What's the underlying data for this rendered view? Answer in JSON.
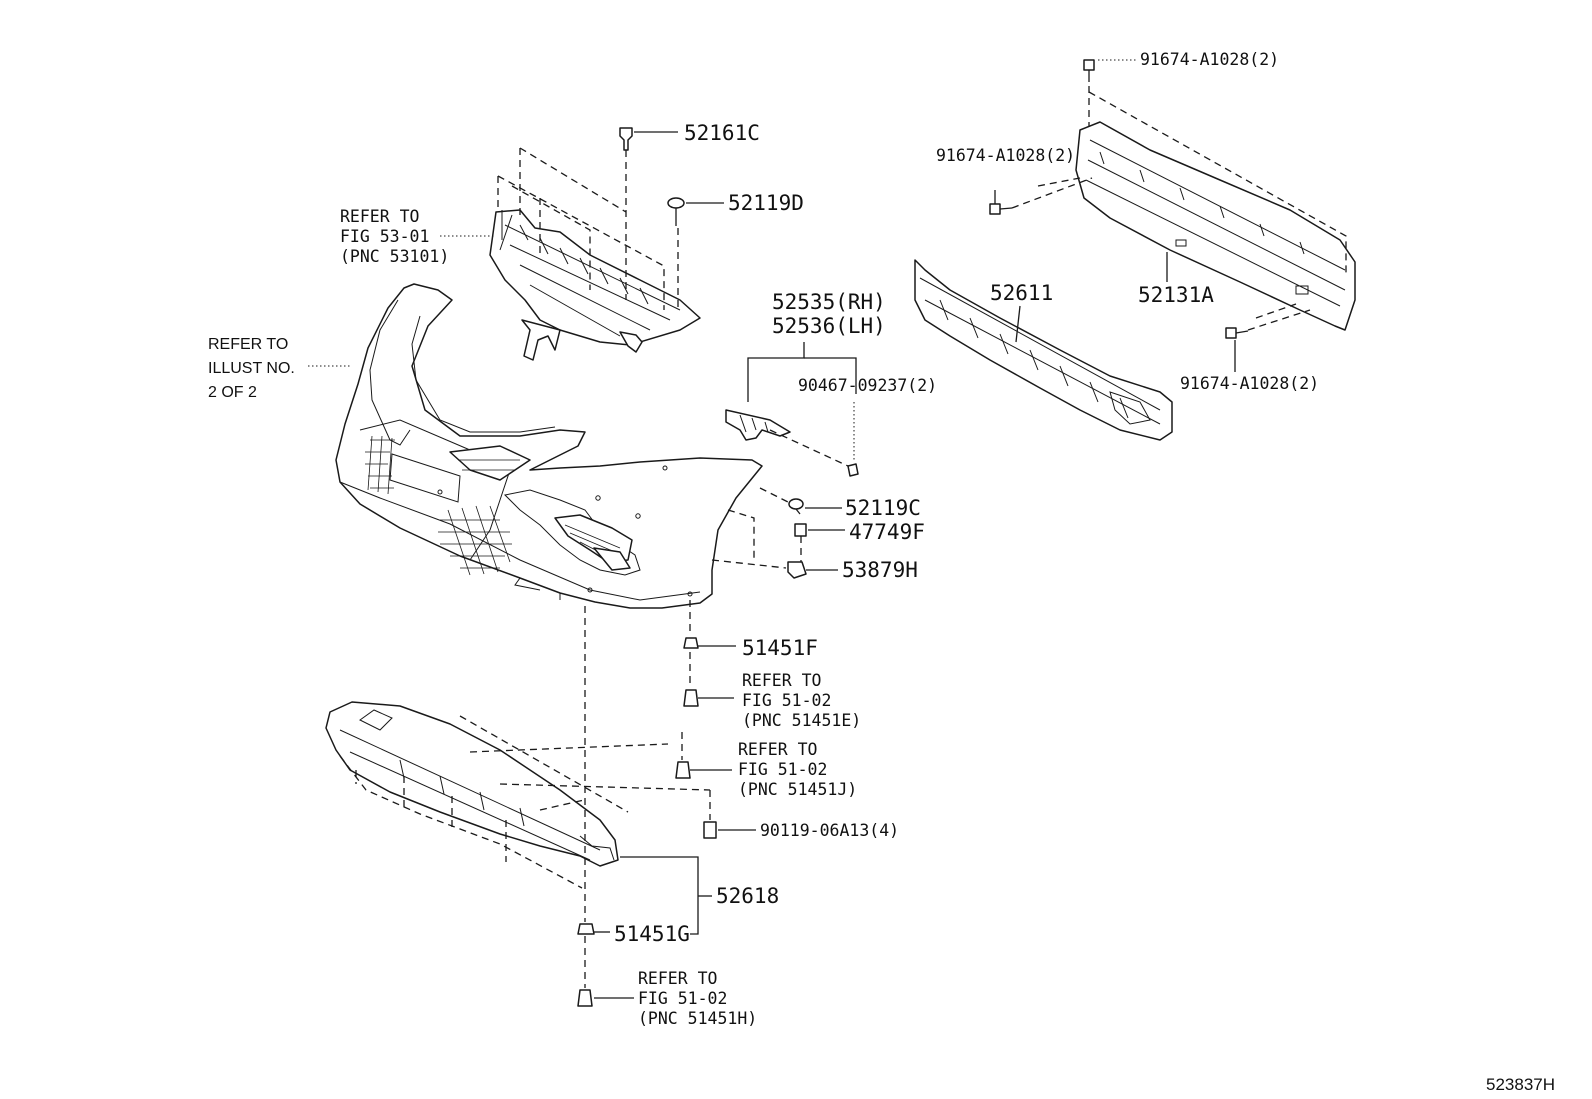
{
  "diagram": {
    "labels": {
      "p_52161C": "52161C",
      "p_52119D": "52119D",
      "p_52535": "52535(RH)",
      "p_52536": "52536(LH)",
      "p_90467": "90467-09237(2)",
      "p_52611": "52611",
      "p_52131A": "52131A",
      "p_91674_top": "91674-A1028(2)",
      "p_91674_left": "91674-A1028(2)",
      "p_91674_right": "91674-A1028(2)",
      "p_52119C": "52119C",
      "p_47749F": "47749F",
      "p_53879H": "53879H",
      "p_51451F": "51451F",
      "p_90119": "90119-06A13(4)",
      "p_52618": "52618",
      "p_51451G": "51451G"
    },
    "references": {
      "grille": [
        "REFER TO",
        "FIG 53-01",
        "(PNC 53101)"
      ],
      "illust": [
        "REFER TO",
        "ILLUST NO.",
        "2 OF 2"
      ],
      "r51451E": [
        "REFER TO",
        "FIG 51-02",
        "(PNC 51451E)"
      ],
      "r51451J": [
        "REFER TO",
        "FIG 51-02",
        "(PNC 51451J)"
      ],
      "r51451H": [
        "REFER TO",
        "FIG 51-02",
        "(PNC 51451H)"
      ]
    },
    "figure_code": "523837H"
  }
}
